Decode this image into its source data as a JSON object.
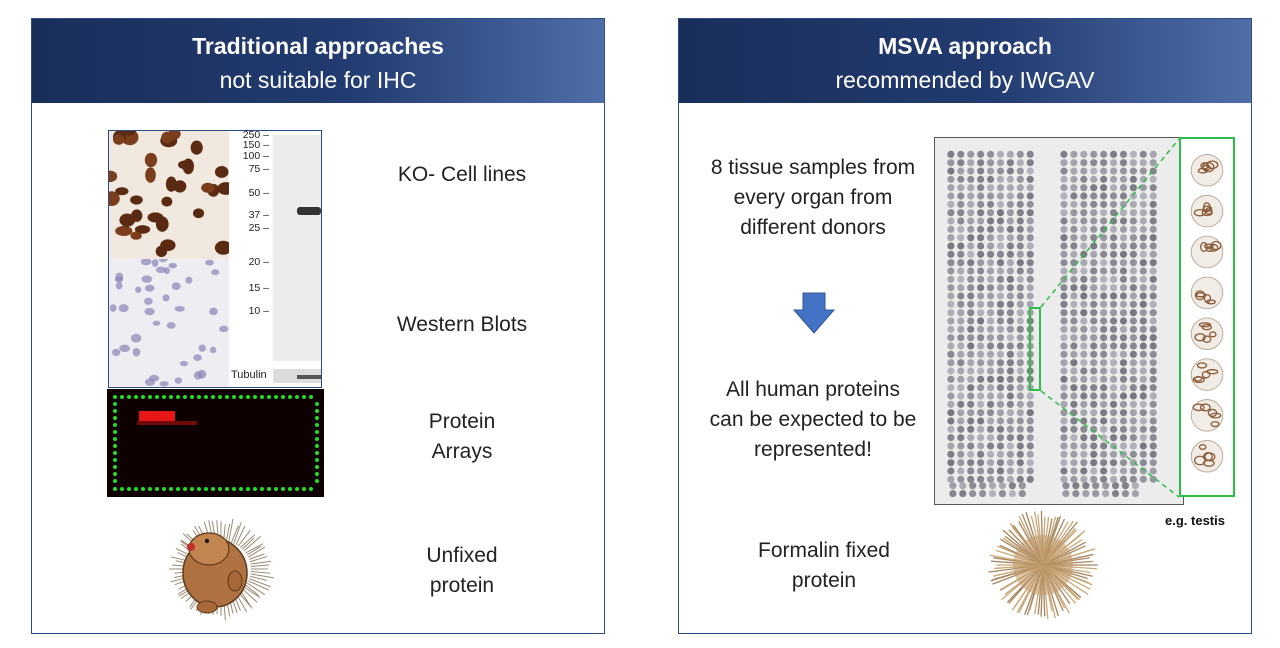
{
  "left": {
    "title": "Traditional approaches",
    "subtitle": "not suitable for IHC",
    "labels": {
      "ko_cell_lines": "KO- Cell lines",
      "western_blots": "Western Blots",
      "protein_arrays_1": "Protein",
      "protein_arrays_2": "Arrays",
      "unfixed_1": "Unfixed",
      "unfixed_2": "protein"
    },
    "blot": {
      "markers": [
        "250",
        "150",
        "100",
        "75",
        "50",
        "37",
        "25",
        "20",
        "15",
        "10"
      ],
      "tubulin": "Tubulin"
    }
  },
  "right": {
    "title": "MSVA approach",
    "subtitle": "recommended by IWGAV",
    "text": {
      "samples_1": "8 tissue samples from",
      "samples_2": "every organ from",
      "samples_3": "different donors",
      "proteins_1": "All human proteins",
      "proteins_2": "can be expected to be",
      "proteins_3": "represented!",
      "formalin_1": "Formalin fixed",
      "formalin_2": "protein",
      "example": "e.g. testis"
    }
  },
  "colors": {
    "header_dark": "#1a2e5a",
    "header_light": "#4f6ea8",
    "panel_border": "#2d4b85",
    "zoom_green": "#2ebd48",
    "arrow_blue": "#4472c4",
    "array_red": "#ff1a1a",
    "array_green": "#22dd22"
  }
}
